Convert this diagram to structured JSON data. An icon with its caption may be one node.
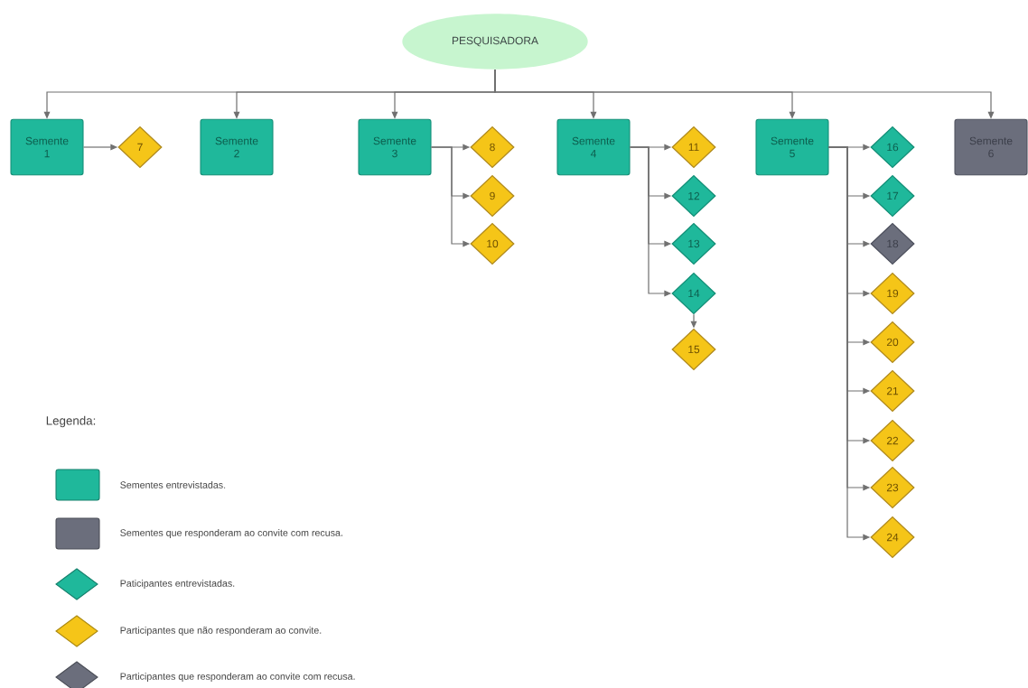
{
  "diagram": {
    "nodes": [
      {
        "text": [
          "PESQUISADORA"
        ]
      },
      {
        "text": [
          "Semente 1"
        ]
      },
      {
        "text": [
          "Semente 2"
        ]
      },
      {
        "text": [
          "Semente 3"
        ]
      },
      {
        "text": [
          "Semente 4"
        ]
      },
      {
        "text": [
          "Semente 5"
        ]
      },
      {
        "text": [
          "Semente 6"
        ]
      },
      {
        "text": [
          "7"
        ]
      },
      {
        "text": [
          "8"
        ]
      },
      {
        "text": [
          "9"
        ]
      },
      {
        "text": [
          "10"
        ]
      },
      {
        "text": [
          "11"
        ]
      },
      {
        "text": [
          "12"
        ]
      },
      {
        "text": [
          "13"
        ]
      },
      {
        "text": [
          "14"
        ]
      },
      {
        "text": [
          "15"
        ]
      },
      {
        "text": [
          "16"
        ]
      },
      {
        "text": [
          "17"
        ]
      },
      {
        "text": [
          "18"
        ]
      },
      {
        "text": [
          "19"
        ]
      },
      {
        "text": [
          "20"
        ]
      },
      {
        "text": [
          "21"
        ]
      },
      {
        "text": [
          "22"
        ]
      },
      {
        "text": [
          "23"
        ]
      },
      {
        "text": [
          "24"
        ]
      }
    ],
    "edges": [
      {
        "from": 0,
        "to": 1,
        "arrow": "to"
      },
      {
        "from": 0,
        "to": 2,
        "arrow": "to"
      },
      {
        "from": 0,
        "to": 3,
        "arrow": "to"
      },
      {
        "from": 0,
        "to": 4,
        "arrow": "to"
      },
      {
        "from": 0,
        "to": 5,
        "arrow": "to"
      },
      {
        "from": 0,
        "to": 6,
        "arrow": "to"
      },
      {
        "from": 1,
        "to": 7,
        "arrow": "to"
      },
      {
        "from": 3,
        "to": 8,
        "arrow": "to"
      },
      {
        "from": 3,
        "to": 9,
        "arrow": "to"
      },
      {
        "from": 3,
        "to": 10,
        "arrow": "to"
      },
      {
        "from": 4,
        "to": 11,
        "arrow": "to"
      },
      {
        "from": 4,
        "to": 12,
        "arrow": "to"
      },
      {
        "from": 4,
        "to": 13,
        "arrow": "to"
      },
      {
        "from": 4,
        "to": 14,
        "arrow": "to"
      },
      {
        "from": 14,
        "to": 15,
        "arrow": "to"
      },
      {
        "from": 5,
        "to": 16,
        "arrow": "to"
      },
      {
        "from": 5,
        "to": 17,
        "arrow": "to"
      },
      {
        "from": 5,
        "to": 18,
        "arrow": "to"
      },
      {
        "from": 5,
        "to": 19,
        "arrow": "to"
      },
      {
        "from": 5,
        "to": 20,
        "arrow": "to"
      },
      {
        "from": 5,
        "to": 21,
        "arrow": "to"
      },
      {
        "from": 5,
        "to": 22,
        "arrow": "to"
      },
      {
        "from": 5,
        "to": 23,
        "arrow": "to"
      },
      {
        "from": 5,
        "to": 24,
        "arrow": "to"
      }
    ],
    "labels": [
      "Legenda:"
    ],
    "legend": [
      {
        "text": "Sementes entrevistadas.",
        "color": "#1fb89b"
      },
      {
        "text": "Sementes que responderam ao convite com recusa.",
        "color": "#6b6e7c"
      },
      {
        "text": "Paticipantes entrevistadas.",
        "color": "#1fb89b"
      },
      {
        "text": "Participantes que não responderam ao convite.",
        "color": "#f5c518"
      },
      {
        "text": "Participantes que responderam ao convite com recusa.",
        "color": "#6b6e7c"
      }
    ]
  }
}
